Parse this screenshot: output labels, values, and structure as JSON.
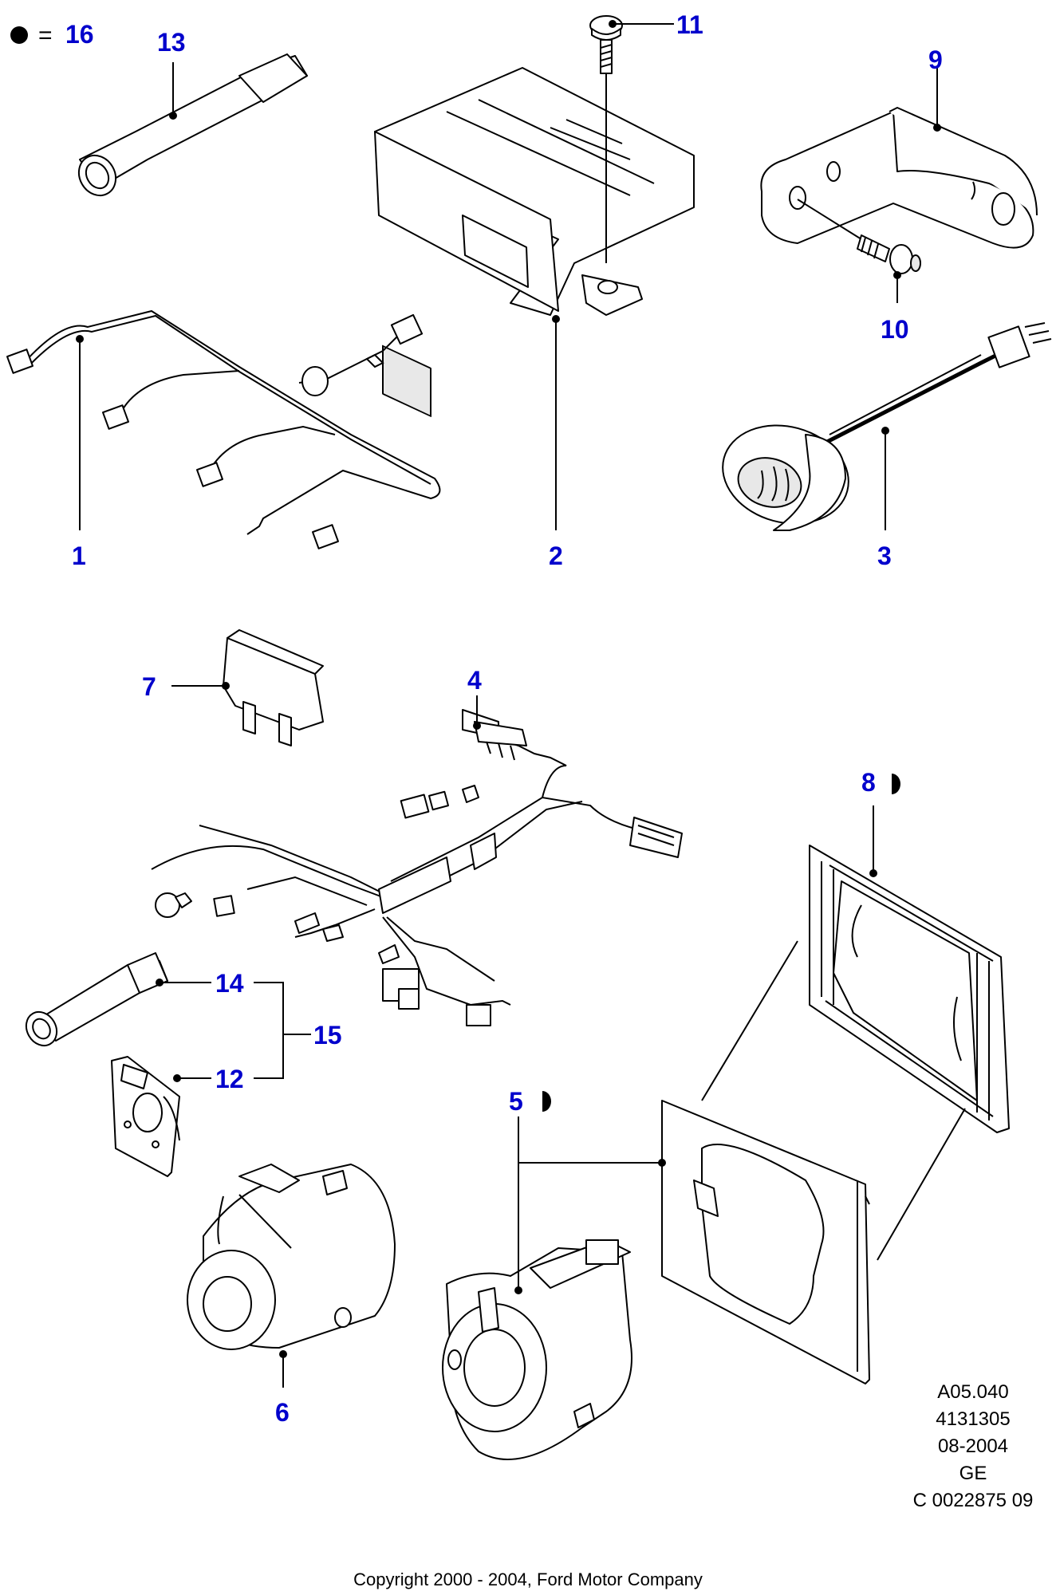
{
  "legend": {
    "equals": "=",
    "number": "16"
  },
  "callouts": {
    "c1": "1",
    "c2": "2",
    "c3": "3",
    "c4": "4",
    "c5": "5",
    "c6": "6",
    "c7": "7",
    "c8": "8",
    "c9": "9",
    "c10": "10",
    "c11": "11",
    "c12": "12",
    "c13": "13",
    "c14": "14",
    "c15": "15"
  },
  "meta": {
    "line1": "A05.040",
    "line2": "4131305",
    "line3": "08-2004",
    "line4": "GE",
    "line5": "C 0022875 09"
  },
  "copyright": "Copyright 2000 - 2004, Ford Motor Company",
  "colors": {
    "callout": "#0000cc",
    "line": "#000000"
  }
}
